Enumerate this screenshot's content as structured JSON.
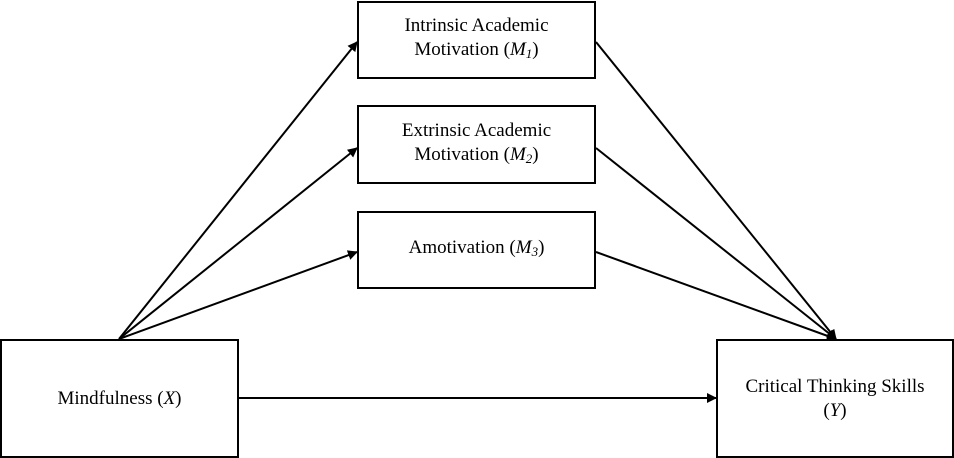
{
  "diagram": {
    "nodes": {
      "x": {
        "line1": "Mindfulness (",
        "symbol": "X",
        "close": ")"
      },
      "y": {
        "line1": "Critical Thinking Skills",
        "line2_open": "(",
        "symbol": "Y",
        "line2_close": ")"
      },
      "m1": {
        "line1": "Intrinsic Academic",
        "line2": "Motivation (",
        "symbol": "M",
        "sub": "1",
        "close": ")"
      },
      "m2": {
        "line1": "Extrinsic Academic",
        "line2": "Motivation (",
        "symbol": "M",
        "sub": "2",
        "close": ")"
      },
      "m3": {
        "line1": "Amotivation (",
        "symbol": "M",
        "sub": "3",
        "close": ")"
      }
    },
    "edges": [
      {
        "from": "x",
        "to": "m1"
      },
      {
        "from": "x",
        "to": "m2"
      },
      {
        "from": "x",
        "to": "m3"
      },
      {
        "from": "m1",
        "to": "y"
      },
      {
        "from": "m2",
        "to": "y"
      },
      {
        "from": "m3",
        "to": "y"
      },
      {
        "from": "x",
        "to": "y"
      }
    ],
    "colors": {
      "line": "#000000",
      "box_border": "#000000",
      "background": "#ffffff"
    }
  }
}
